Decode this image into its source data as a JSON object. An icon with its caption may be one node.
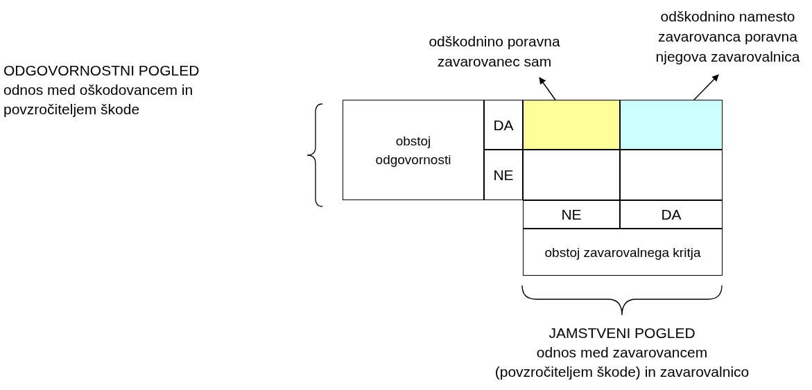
{
  "diagram": {
    "nodes": [
      {
        "text": [
          "odškodnino poravna zavarovanec sam"
        ]
      },
      {
        "text": [
          "odškodnino namesto zavarovanca poravna njegova zavarovalnica"
        ]
      },
      {
        "text": [
          "obstoj odgovornosti"
        ]
      },
      {
        "text": [
          "DA"
        ]
      },
      {
        "text": [],
        "shape": "box"
      },
      {
        "text": [],
        "shape": "box"
      },
      {
        "text": [
          "NE"
        ]
      },
      {
        "text": [],
        "shape": "box"
      },
      {
        "text": [],
        "shape": "box"
      },
      {
        "text": [
          "NE"
        ]
      },
      {
        "text": [
          "DA"
        ]
      },
      {
        "text": [
          "obstoj zavarovalnega kritja"
        ]
      }
    ],
    "edges": [
      {
        "from": 4,
        "to": 0,
        "arrow": "to"
      },
      {
        "from": 5,
        "to": 1,
        "arrow": "to"
      }
    ],
    "labels": [
      "ODGOVORNOSTNI POGLED",
      "odnos med oškodovancem in povzročiteljem škode",
      "JAMSTVENI POGLED",
      "odnos med zavarovancem (povzročiteljem škode) in zavarovalnico"
    ]
  }
}
